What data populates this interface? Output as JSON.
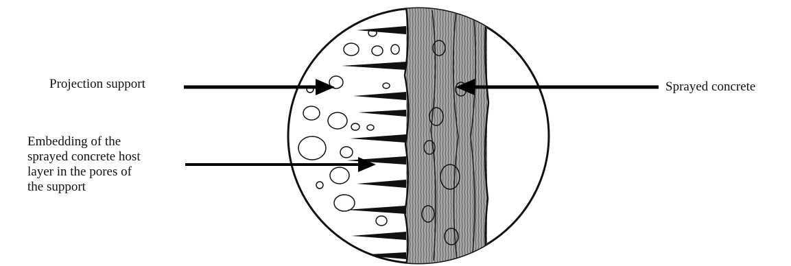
{
  "labels": {
    "projection_support": "Projection support",
    "sprayed_concrete": "Sprayed concrete",
    "embedding": {
      "line1": "Embedding of the",
      "line2": "sprayed concrete host",
      "line3": "layer in the pores of",
      "line4": "the support"
    }
  },
  "colors": {
    "ink": "#111111",
    "concrete_shading": "#8a8a8a",
    "background": "#ffffff"
  }
}
